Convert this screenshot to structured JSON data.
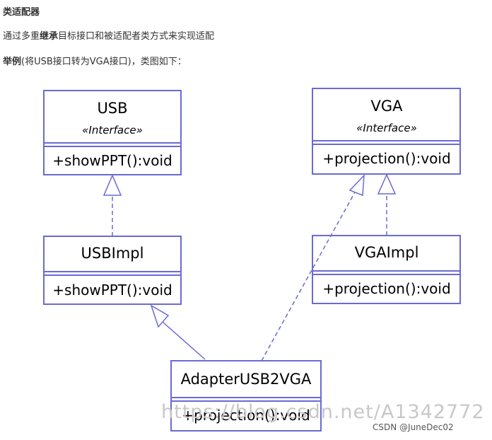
{
  "heading": "类适配器",
  "description": {
    "prefix": "通过多重",
    "emphasis": "继承",
    "suffix": "目标接口和被适配者类方式来实现适配"
  },
  "example": {
    "emphasis": "举例",
    "text": "(将USB接口转为VGA接口)，类图如下："
  },
  "diagram": {
    "classes": {
      "usb": {
        "name": "USB",
        "stereotype": "«Interface»",
        "method": "+showPPT():void"
      },
      "vga": {
        "name": "VGA",
        "stereotype": "«Interface»",
        "method": "+projection():void"
      },
      "usbimpl": {
        "name": "USBImpl",
        "method": "+showPPT():void"
      },
      "vgaimpl": {
        "name": "VGAImpl",
        "method": "+projection():void"
      },
      "adapter": {
        "name": "AdapterUSB2VGA",
        "method": "+projection():void"
      }
    },
    "colors": {
      "border": "#6a6ad6",
      "text": "#000000"
    }
  },
  "watermark": "https://blog.csdn.net/A1342772",
  "credit": "CSDN @JuneDec02"
}
